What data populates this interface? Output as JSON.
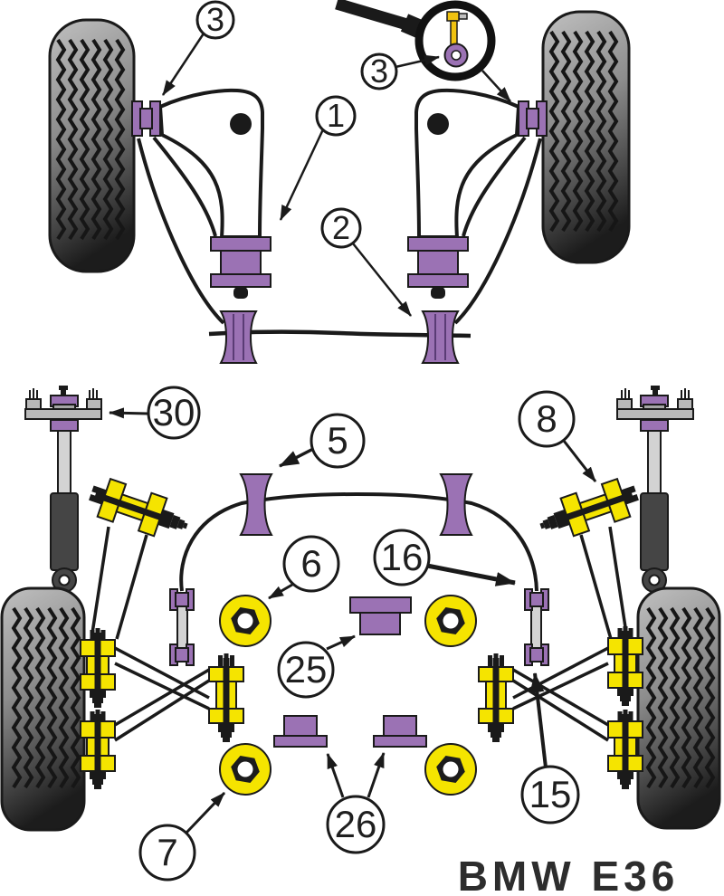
{
  "diagram": {
    "caption": "BMW E36",
    "colors": {
      "bushing_purple": "#9b72b4",
      "bushing_yellow": "#f5e400",
      "outline": "#1a1a1a"
    },
    "callouts": {
      "c3_front_left": "3",
      "c3_front_right": "3",
      "c1": "1",
      "c2": "2",
      "c30": "30",
      "c5": "5",
      "c8": "8",
      "c6": "6",
      "c16": "16",
      "c25": "25",
      "c26": "26",
      "c7": "7",
      "c15": "15"
    }
  }
}
